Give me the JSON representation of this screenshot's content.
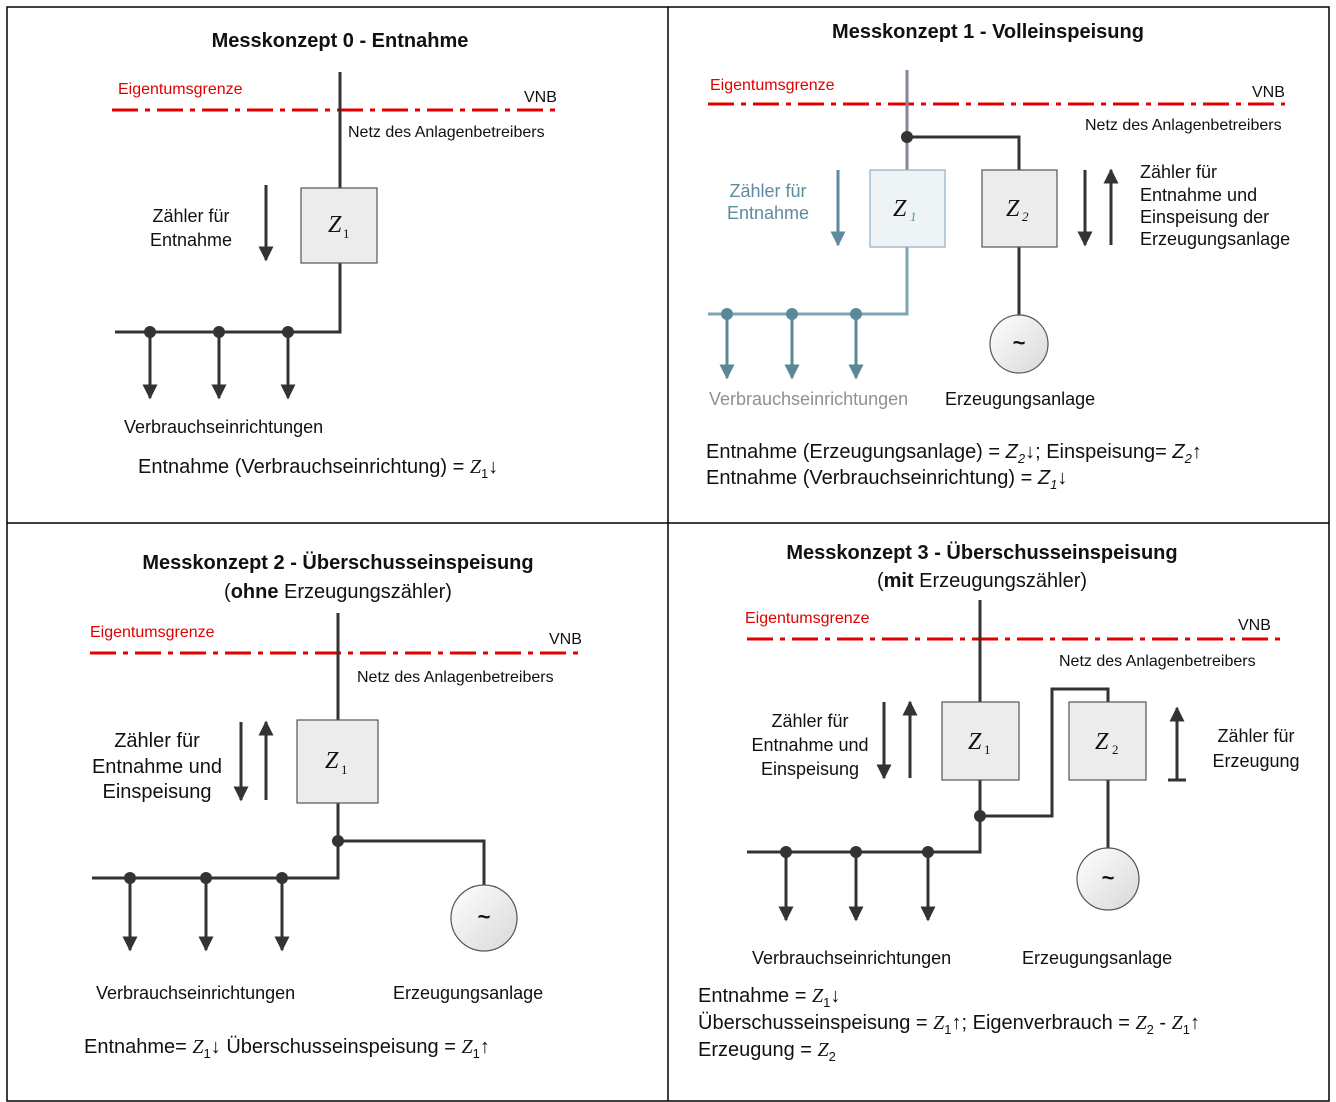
{
  "panels": {
    "p0": {
      "title": "Messkonzept 0 - Entnahme",
      "boundary": "Eigentumsgrenze",
      "vnb": "VNB",
      "netz": "Netz des Anlagenbetreibers",
      "meter_label_1": "Zähler für",
      "meter_label_2": "Entnahme",
      "z1_main": "Z",
      "z1_sub": "1",
      "consumers": "Verbrauchseinrichtungen",
      "formula_text": "Entnahme (Verbrauchseinrichtung) = ",
      "formula_z": "Z",
      "formula_sub": "1",
      "formula_arrow": "↓"
    },
    "p1": {
      "title": "Messkonzept 1 - Volleinspeisung",
      "boundary": "Eigentumsgrenze",
      "vnb": "VNB",
      "netz": "Netz des Anlagenbetreibers",
      "meter1_label_1": "Zähler für",
      "meter1_label_2": "Entnahme",
      "z1_main": "Z",
      "z1_sub": "1",
      "z2_main": "Z",
      "z2_sub": "2",
      "meter2_label_1": "Zähler für",
      "meter2_label_2": "Entnahme und",
      "meter2_label_3": "Einspeisung der",
      "meter2_label_4": "Erzeugungsanlage",
      "generator_symbol": "~",
      "consumers": "Verbrauchseinrichtungen",
      "generator": "Erzeugungsanlage",
      "formula1_a": "Entnahme (Erzeugungsanlage) = ",
      "formula1_z": "Z",
      "formula1_sub": "2",
      "formula1_arrow": "↓",
      "formula1_b": ";  Einspeisung= ",
      "formula1_z2": "Z",
      "formula1_sub2": "2",
      "formula1_arrow2": "↑",
      "formula2_a": "Entnahme (Verbrauchseinrichtung) = ",
      "formula2_z": "Z",
      "formula2_sub": "1",
      "formula2_arrow": "↓"
    },
    "p2": {
      "title": "Messkonzept 2 - Überschusseinspeisung",
      "subtitle_open": "(",
      "subtitle_bold": "ohne",
      "subtitle_rest": " Erzeugungszähler)",
      "boundary": "Eigentumsgrenze",
      "vnb": "VNB",
      "netz": "Netz des Anlagenbetreibers",
      "meter_label_1": "Zähler für",
      "meter_label_2": "Entnahme und",
      "meter_label_3": "Einspeisung",
      "z1_main": "Z",
      "z1_sub": "1",
      "generator_symbol": "~",
      "consumers": "Verbrauchseinrichtungen",
      "generator": "Erzeugungsanlage",
      "formula_a": "Entnahme= ",
      "formula_z": "Z",
      "formula_sub": "1",
      "formula_arrow": "↓",
      "formula_b": " Überschusseinspeisung = ",
      "formula_z2": "Z",
      "formula_sub2": "1",
      "formula_arrow2": "↑"
    },
    "p3": {
      "title": "Messkonzept 3 - Überschusseinspeisung",
      "subtitle_open": "(",
      "subtitle_bold": "mit",
      "subtitle_rest": " Erzeugungszähler)",
      "boundary": "Eigentumsgrenze",
      "vnb": "VNB",
      "netz": "Netz des Anlagenbetreibers",
      "meter1_label_1": "Zähler für",
      "meter1_label_2": "Entnahme und",
      "meter1_label_3": "Einspeisung",
      "z1_main": "Z",
      "z1_sub": "1",
      "z2_main": "Z",
      "z2_sub": "2",
      "meter2_label_1": "Zähler für",
      "meter2_label_2": "Erzeugung",
      "generator_symbol": "~",
      "consumers": "Verbrauchseinrichtungen",
      "generator": "Erzeugungsanlage",
      "f1_a": "Entnahme = ",
      "f1_z": "Z",
      "f1_sub": "1",
      "f1_arrow": "↓",
      "f2_a": "Überschusseinspeisung = ",
      "f2_z": "Z",
      "f2_sub": "1",
      "f2_arrow": "↑",
      "f2_b": "; Eigenverbrauch = ",
      "f2_z2": "Z",
      "f2_sub2": "2",
      "f2_minus": " - ",
      "f2_z3": "Z",
      "f2_sub3": "1",
      "f2_arrow3": "↑",
      "f3_a": "Erzeugung = ",
      "f3_z": "Z",
      "f3_sub": "2"
    }
  },
  "colors": {
    "boundary_line": "#e00000",
    "wire": "#333333",
    "consumer_wire_p1": "#7fa4b4",
    "meter_fill": "#ececec"
  }
}
